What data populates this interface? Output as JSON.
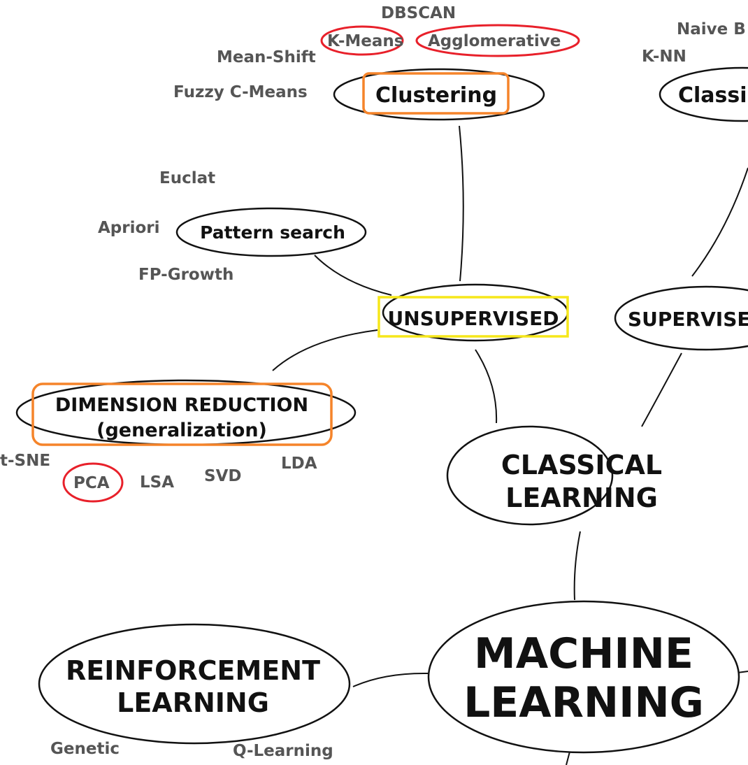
{
  "nodes": {
    "machine_learning": [
      "MACHINE",
      "LEARNING"
    ],
    "classical_learning": [
      "CLASSICAL",
      "LEARNING"
    ],
    "reinforcement_learning": [
      "REINFORCEMENT",
      "LEARNING"
    ],
    "unsupervised": "UNSUPERVISED",
    "supervised": "SUPERVISE",
    "clustering": "Clustering",
    "classification": "Classi",
    "pattern_search": "Pattern search",
    "dimension_reduction": [
      "DIMENSION REDUCTION",
      "(generalization)"
    ]
  },
  "labels": {
    "dbscan": "DBSCAN",
    "kmeans": "K-Means",
    "agglomerative": "Agglomerative",
    "mean_shift": "Mean-Shift",
    "fuzzy_cmeans": "Fuzzy C-Means",
    "naive_bayes": "Naive B",
    "knn": "K-NN",
    "euclat": "Euclat",
    "apriori": "Apriori",
    "fp_growth": "FP-Growth",
    "tsne": "t-SNE",
    "pca": "PCA",
    "lsa": "LSA",
    "svd": "SVD",
    "lda": "LDA",
    "genetic": "Genetic",
    "q_learning": "Q-Learning"
  },
  "highlight_colors": {
    "red": "#e8202a",
    "orange": "#f5842a",
    "yellow": "#f6e71a"
  }
}
